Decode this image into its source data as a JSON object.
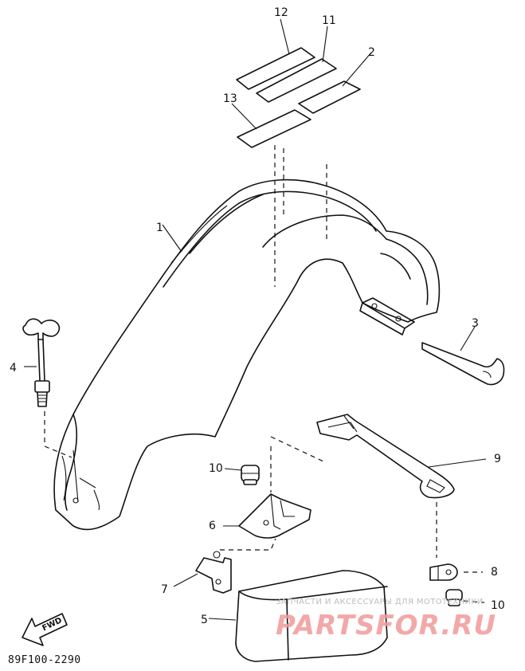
{
  "diagram": {
    "callouts": {
      "c12": "12",
      "c11": "11",
      "c2": "2",
      "c13": "13",
      "c1": "1",
      "c3": "3",
      "c4": "4",
      "c9": "9",
      "c10a": "10",
      "c6": "6",
      "c7": "7",
      "c8": "8",
      "c10b": "10",
      "c5": "5"
    },
    "fwd_label": "FWD",
    "drawing_code": "89F100-2290"
  },
  "watermark": {
    "tagline": "ЗАПЧАСТИ И АКСЕССУАРЫ ДЛЯ МОТОТЕХНИКИ",
    "brand": "PARTSFOR.RU"
  }
}
